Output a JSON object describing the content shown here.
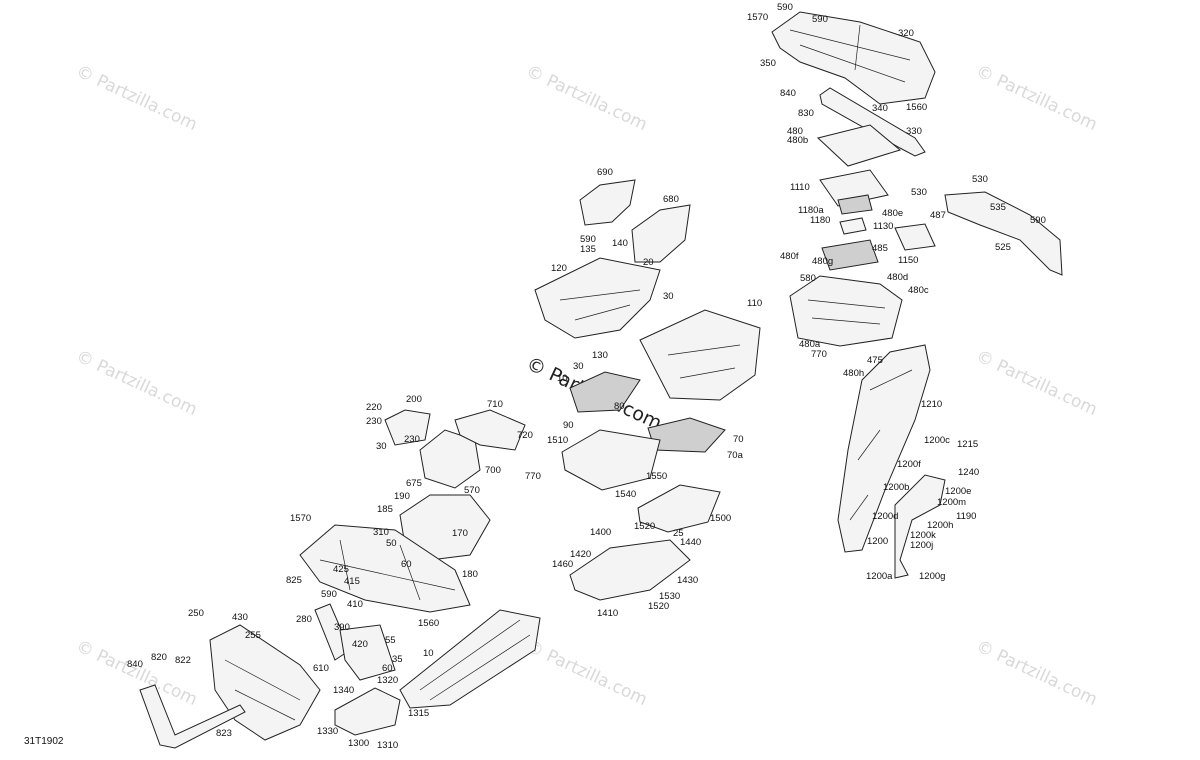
{
  "diagram": {
    "ref_code": "31T1902",
    "watermark": "© Partzilla.com",
    "center_watermark": "© Partzilla.com",
    "callouts": [
      "590",
      "1570",
      "590",
      "320",
      "350",
      "840",
      "830",
      "340",
      "1560",
      "330",
      "480",
      "480b",
      "1110",
      "1180a",
      "1180",
      "1130",
      "480e",
      "530",
      "530",
      "487",
      "535",
      "590",
      "525",
      "485",
      "1150",
      "480f",
      "480g",
      "580",
      "480d",
      "480c",
      "480a",
      "770",
      "475",
      "480h",
      "690",
      "680",
      "590",
      "140",
      "135",
      "20",
      "120",
      "30",
      "110",
      "130",
      "30",
      "10",
      "80",
      "90",
      "70",
      "1510",
      "70a",
      "1540",
      "1550",
      "1500",
      "1520",
      "25",
      "1400",
      "1440",
      "1420",
      "1460",
      "1430",
      "1530",
      "1410",
      "1520",
      "1210",
      "1200c",
      "1215",
      "1200f",
      "1240",
      "1200b",
      "1200e",
      "1200m",
      "1200d",
      "1200h",
      "1190",
      "1200k",
      "1200",
      "1200j",
      "1200a",
      "1200g",
      "220",
      "200",
      "230",
      "230",
      "30",
      "710",
      "720",
      "770",
      "700",
      "675",
      "570",
      "190",
      "185",
      "170",
      "50",
      "60",
      "180",
      "1570",
      "310",
      "425",
      "415",
      "410",
      "1560",
      "825",
      "590",
      "280",
      "390",
      "55",
      "420",
      "35",
      "610",
      "60",
      "1320",
      "1340",
      "1315",
      "1330",
      "1300",
      "1310",
      "10",
      "250",
      "430",
      "255",
      "840",
      "820",
      "822",
      "823"
    ]
  }
}
